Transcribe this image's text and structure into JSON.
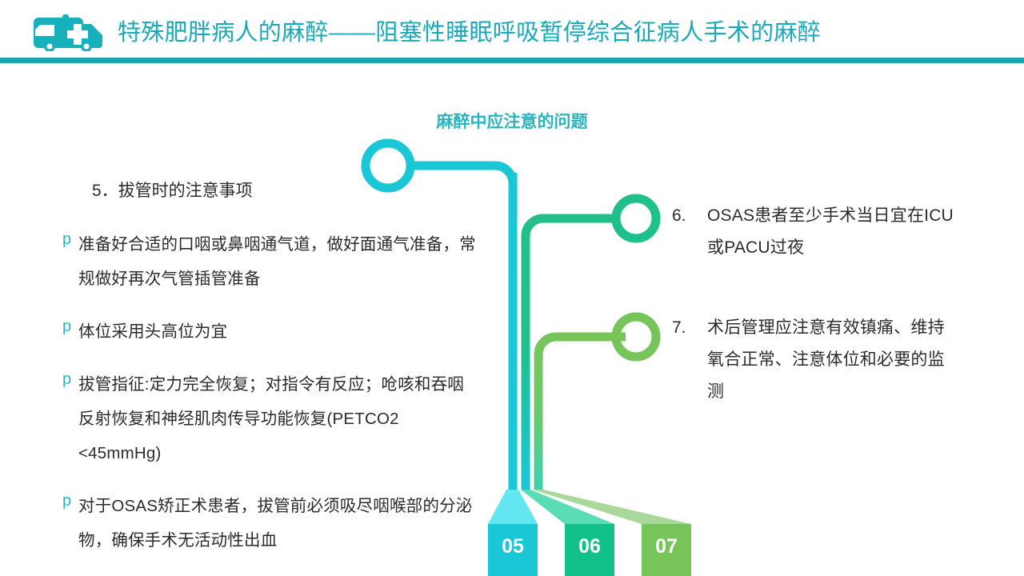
{
  "header": {
    "title": "特殊肥胖病人的麻醉——阻塞性睡眠呼吸暂停综合征病人手术的麻醉",
    "icon": "ambulance-icon",
    "title_color": "#1ba9b8",
    "rule_color": "#19a7b4"
  },
  "subtitle": {
    "text": "麻醉中应注意的问题",
    "color": "#2bb3bf"
  },
  "left_section": {
    "heading": "5．拔管时的注意事项",
    "bullet_marker": "p",
    "bullet_color": "#25b6c4",
    "bullets": [
      "准备好合适的口咽或鼻咽通气道，做好面通气准备，常规做好再次气管插管准备",
      "体位采用头高位为宜",
      "拔管指征:定力完全恢复；对指令有反应；呛咳和吞咽反射恢复和神经肌肉传导功能恢复(PETCO2 <45mmHg)",
      "对于OSAS矫正术患者，拔管前必须吸尽咽喉部的分泌物，确保手术无活动性出血"
    ]
  },
  "right_items": [
    {
      "number": "6.",
      "text": "OSAS患者至少手术当日宜在ICU或PACU过夜",
      "node_color": "#1fc08c"
    },
    {
      "number": "7.",
      "text": "术后管理应注意有效镇痛、维持氧合正常、注意体位和必要的监测",
      "node_color": "#77c55a"
    }
  ],
  "number_boxes": [
    {
      "label": "05",
      "color": "#1ac7d7",
      "ribbon_color": "#62e6f2"
    },
    {
      "label": "06",
      "color": "#12c08a",
      "ribbon_color": "#5adcb4"
    },
    {
      "label": "07",
      "color": "#77c55a",
      "ribbon_color": "#a8d99a"
    }
  ],
  "nodes": {
    "node_05_color": "#1ac7d7",
    "node_06_color": "#1fc08c",
    "node_07_color": "#77c55a"
  }
}
